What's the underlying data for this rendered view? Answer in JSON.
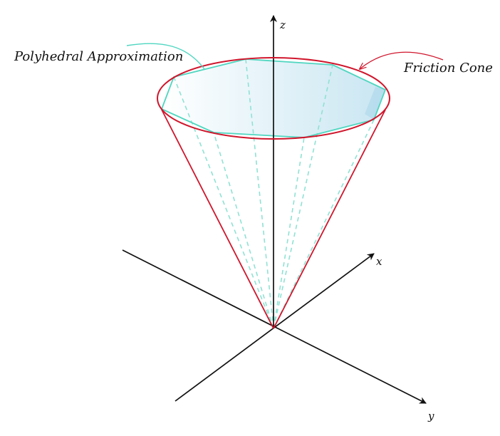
{
  "labels": {
    "polyhedral": "Polyhedral Approximation",
    "friction": "Friction Cone",
    "axis_x": "x",
    "axis_y": "y",
    "axis_z": "z"
  },
  "colors": {
    "cone": "#d0162c",
    "polyhedron": "#4fd6c0",
    "polyhedron_fill": "#cfe8f3",
    "axes": "#111111",
    "text": "#111111",
    "background": "#ffffff"
  }
}
